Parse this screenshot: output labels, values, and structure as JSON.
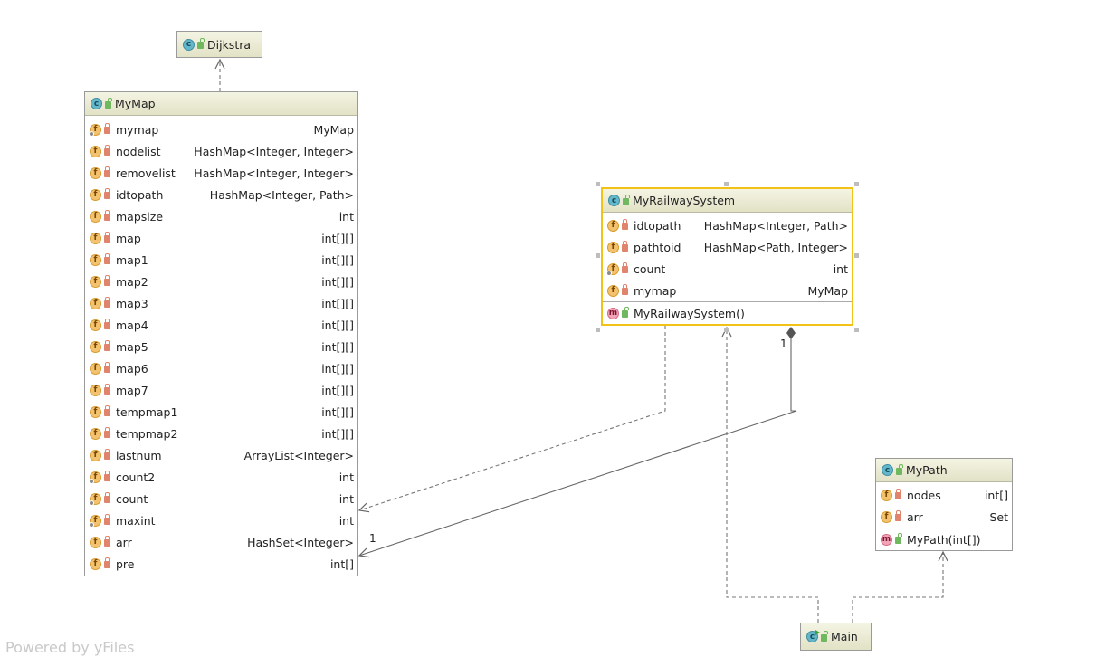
{
  "diagram": {
    "watermark": "Powered by yFiles",
    "classes": {
      "dijkstra": {
        "name": "Dijkstra"
      },
      "mymap": {
        "name": "MyMap",
        "fields": [
          {
            "name": "mymap",
            "type": "MyMap",
            "static": true
          },
          {
            "name": "nodelist",
            "type": "HashMap<Integer, Integer>"
          },
          {
            "name": "removelist",
            "type": "HashMap<Integer, Integer>"
          },
          {
            "name": "idtopath",
            "type": "HashMap<Integer, Path>"
          },
          {
            "name": "mapsize",
            "type": "int"
          },
          {
            "name": "map",
            "type": "int[][]"
          },
          {
            "name": "map1",
            "type": "int[][]"
          },
          {
            "name": "map2",
            "type": "int[][]"
          },
          {
            "name": "map3",
            "type": "int[][]"
          },
          {
            "name": "map4",
            "type": "int[][]"
          },
          {
            "name": "map5",
            "type": "int[][]"
          },
          {
            "name": "map6",
            "type": "int[][]"
          },
          {
            "name": "map7",
            "type": "int[][]"
          },
          {
            "name": "tempmap1",
            "type": "int[][]"
          },
          {
            "name": "tempmap2",
            "type": "int[][]"
          },
          {
            "name": "lastnum",
            "type": "ArrayList<Integer>"
          },
          {
            "name": "count2",
            "type": "int",
            "static": true
          },
          {
            "name": "count",
            "type": "int",
            "static": true
          },
          {
            "name": "maxint",
            "type": "int",
            "static": true
          },
          {
            "name": "arr",
            "type": "HashSet<Integer>"
          },
          {
            "name": "pre",
            "type": "int[]"
          }
        ]
      },
      "myrailwaysystem": {
        "name": "MyRailwaySystem",
        "fields": [
          {
            "name": "idtopath",
            "type": "HashMap<Integer, Path>"
          },
          {
            "name": "pathtoid",
            "type": "HashMap<Path, Integer>"
          },
          {
            "name": "count",
            "type": "int",
            "static": true
          },
          {
            "name": "mymap",
            "type": "MyMap"
          }
        ],
        "methods": [
          {
            "name": "MyRailwaySystem()"
          }
        ]
      },
      "mypath": {
        "name": "MyPath",
        "fields": [
          {
            "name": "nodes",
            "type": "int[]"
          },
          {
            "name": "arr",
            "type": "Set"
          }
        ],
        "methods": [
          {
            "name": "MyPath(int[])"
          }
        ]
      },
      "main": {
        "name": "Main"
      }
    },
    "multiplicities": {
      "composition_source": "1",
      "composition_target": "1"
    }
  }
}
